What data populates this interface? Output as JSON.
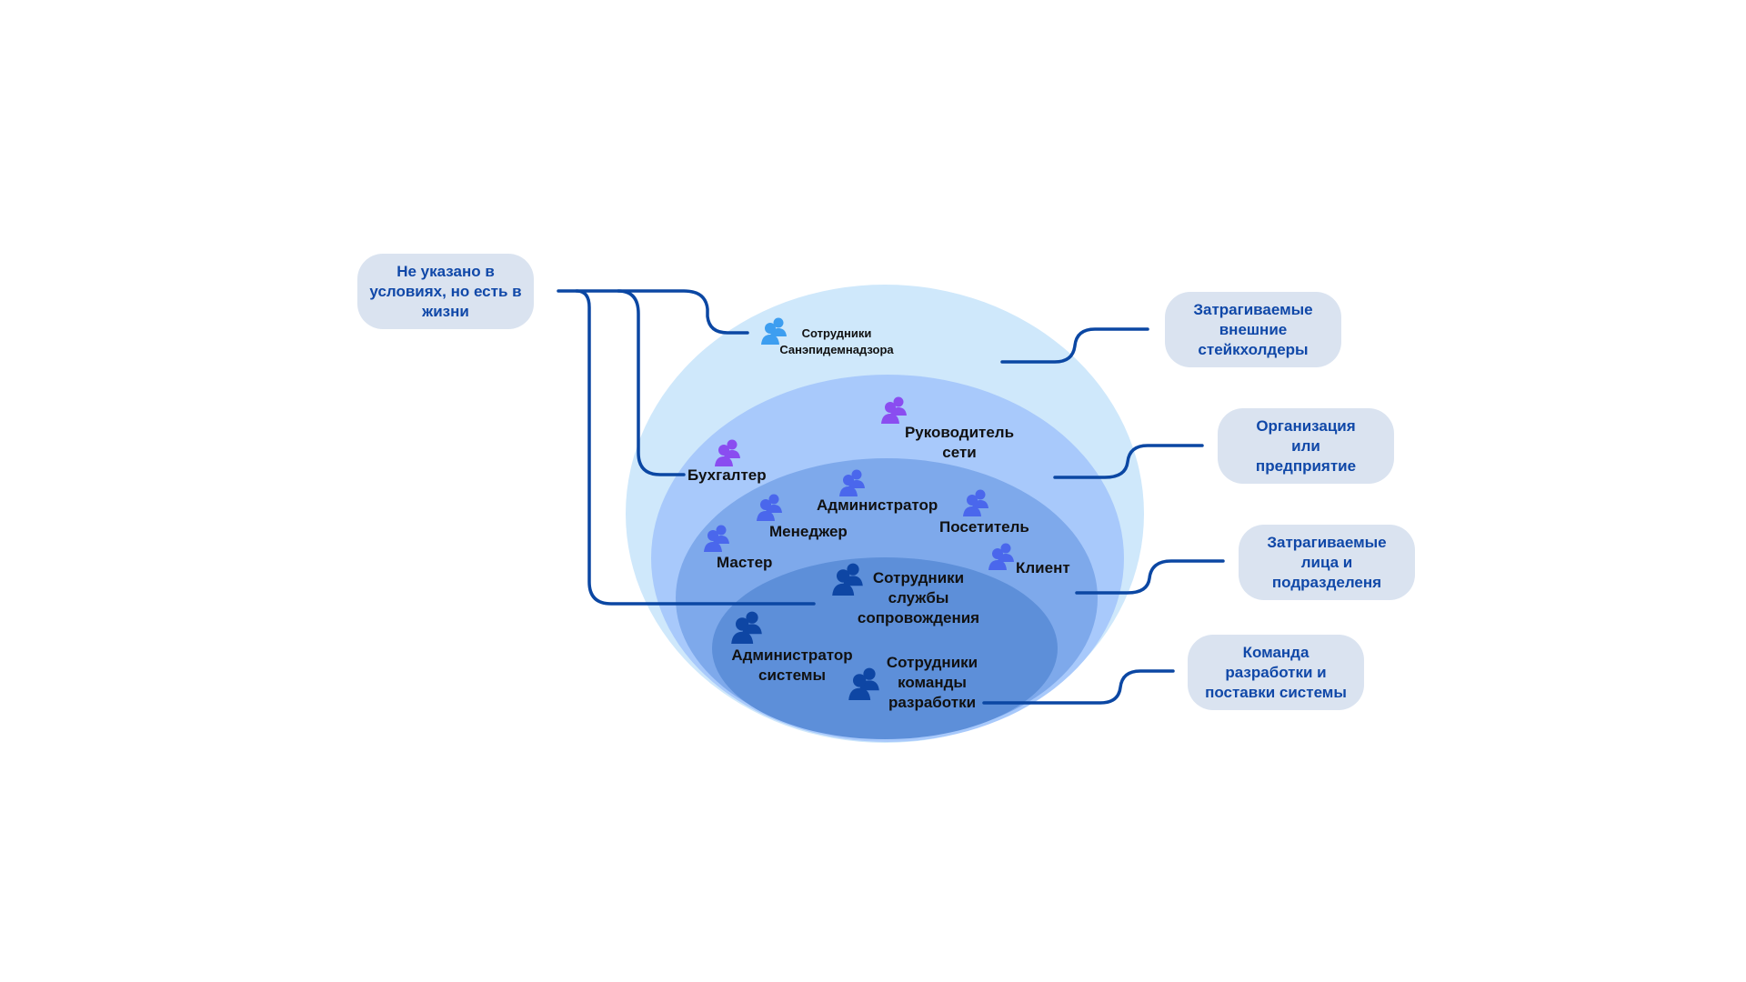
{
  "colors": {
    "ring_outer": "#cfe8fb",
    "ring_2": "#a8c9fb",
    "ring_3": "#7ea9eb",
    "ring_inner": "#5d8fd9",
    "connector": "#0b47a3",
    "callout_bg": "#dae3f0",
    "callout_text": "#1048a8",
    "icon_light_blue": "#3d9ef0",
    "icon_purple": "#8a4df0",
    "icon_indigo": "#4a67ec",
    "icon_navy": "#0e46a4"
  },
  "callouts": {
    "unspecified": "Не указано в\nусловиях, но есть в\nжизни",
    "external": "Затрагиваемые\nвнешние\nстейкхолдеры",
    "organization": "Организация\nили\nпредприятие",
    "affected": "Затрагиваемые\nлица и\nподразделеня",
    "dev_team": "Команда\nразработки и\nпоставки системы"
  },
  "stakeholders": {
    "sanepid": {
      "label": "Сотрудники\nСанэпидемнадзора",
      "icon": "people-icon"
    },
    "network_head": {
      "label": "Руководитель\nсети",
      "icon": "people-icon"
    },
    "accountant": {
      "label": "Бухгалтер",
      "icon": "people-icon"
    },
    "administrator": {
      "label": "Администратор",
      "icon": "people-icon"
    },
    "manager": {
      "label": "Менеджер",
      "icon": "people-icon"
    },
    "visitor": {
      "label": "Посетитель",
      "icon": "people-icon"
    },
    "master": {
      "label": "Мастер",
      "icon": "people-icon"
    },
    "client": {
      "label": "Клиент",
      "icon": "people-icon"
    },
    "support_staff": {
      "label": "Сотрудники\nслужбы\nсопровождения",
      "icon": "people-icon"
    },
    "sys_admin": {
      "label": "Администратор\nсистемы",
      "icon": "people-icon"
    },
    "dev_staff": {
      "label": "Сотрудники\nкоманды\nразработки",
      "icon": "people-icon"
    }
  }
}
